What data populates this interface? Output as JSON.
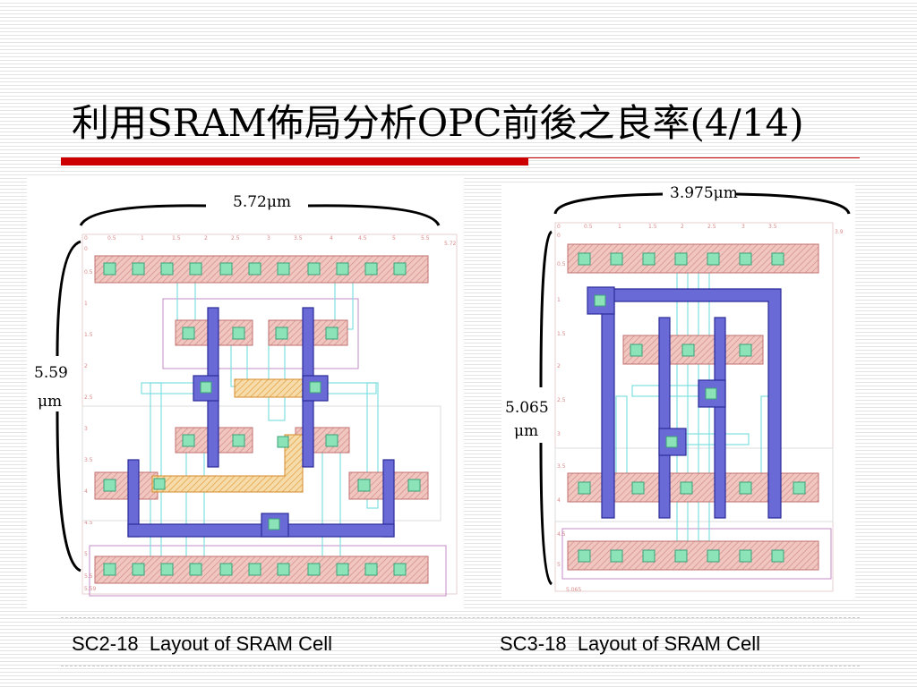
{
  "slide": {
    "title": "利用SRAM佈局分析OPC前後之良率(4/14)",
    "colors": {
      "accent": "#cc0000"
    }
  },
  "left_layout": {
    "width_label": "5.72μm",
    "height_label_value": "5.59",
    "height_label_unit": "μm",
    "x_ticks": [
      "0",
      "0.5",
      "1",
      "1.5",
      "2",
      "2.5",
      "3",
      "3.5",
      "4",
      "4.5",
      "5",
      "5.5",
      "5.72"
    ],
    "y_ticks": [
      "0",
      "0.5",
      "1",
      "1.5",
      "2",
      "2.5",
      "3",
      "3.5",
      "4",
      "4.5",
      "5",
      "5.5",
      "5.59"
    ],
    "caption": "SC2-18  Layout of SRAM Cell"
  },
  "right_layout": {
    "width_label": "3.975μm",
    "height_label_value": "5.065",
    "height_label_unit": "μm",
    "x_ticks": [
      "0",
      "0.5",
      "1",
      "1.5",
      "2",
      "2.5",
      "3",
      "3.5",
      "3.9"
    ],
    "y_ticks": [
      "0",
      "0.5",
      "1",
      "1.5",
      "2",
      "2.5",
      "3",
      "3.5",
      "4",
      "4.5",
      "5",
      "5.065"
    ],
    "caption": "SC3-18  Layout of SRAM Cell"
  }
}
